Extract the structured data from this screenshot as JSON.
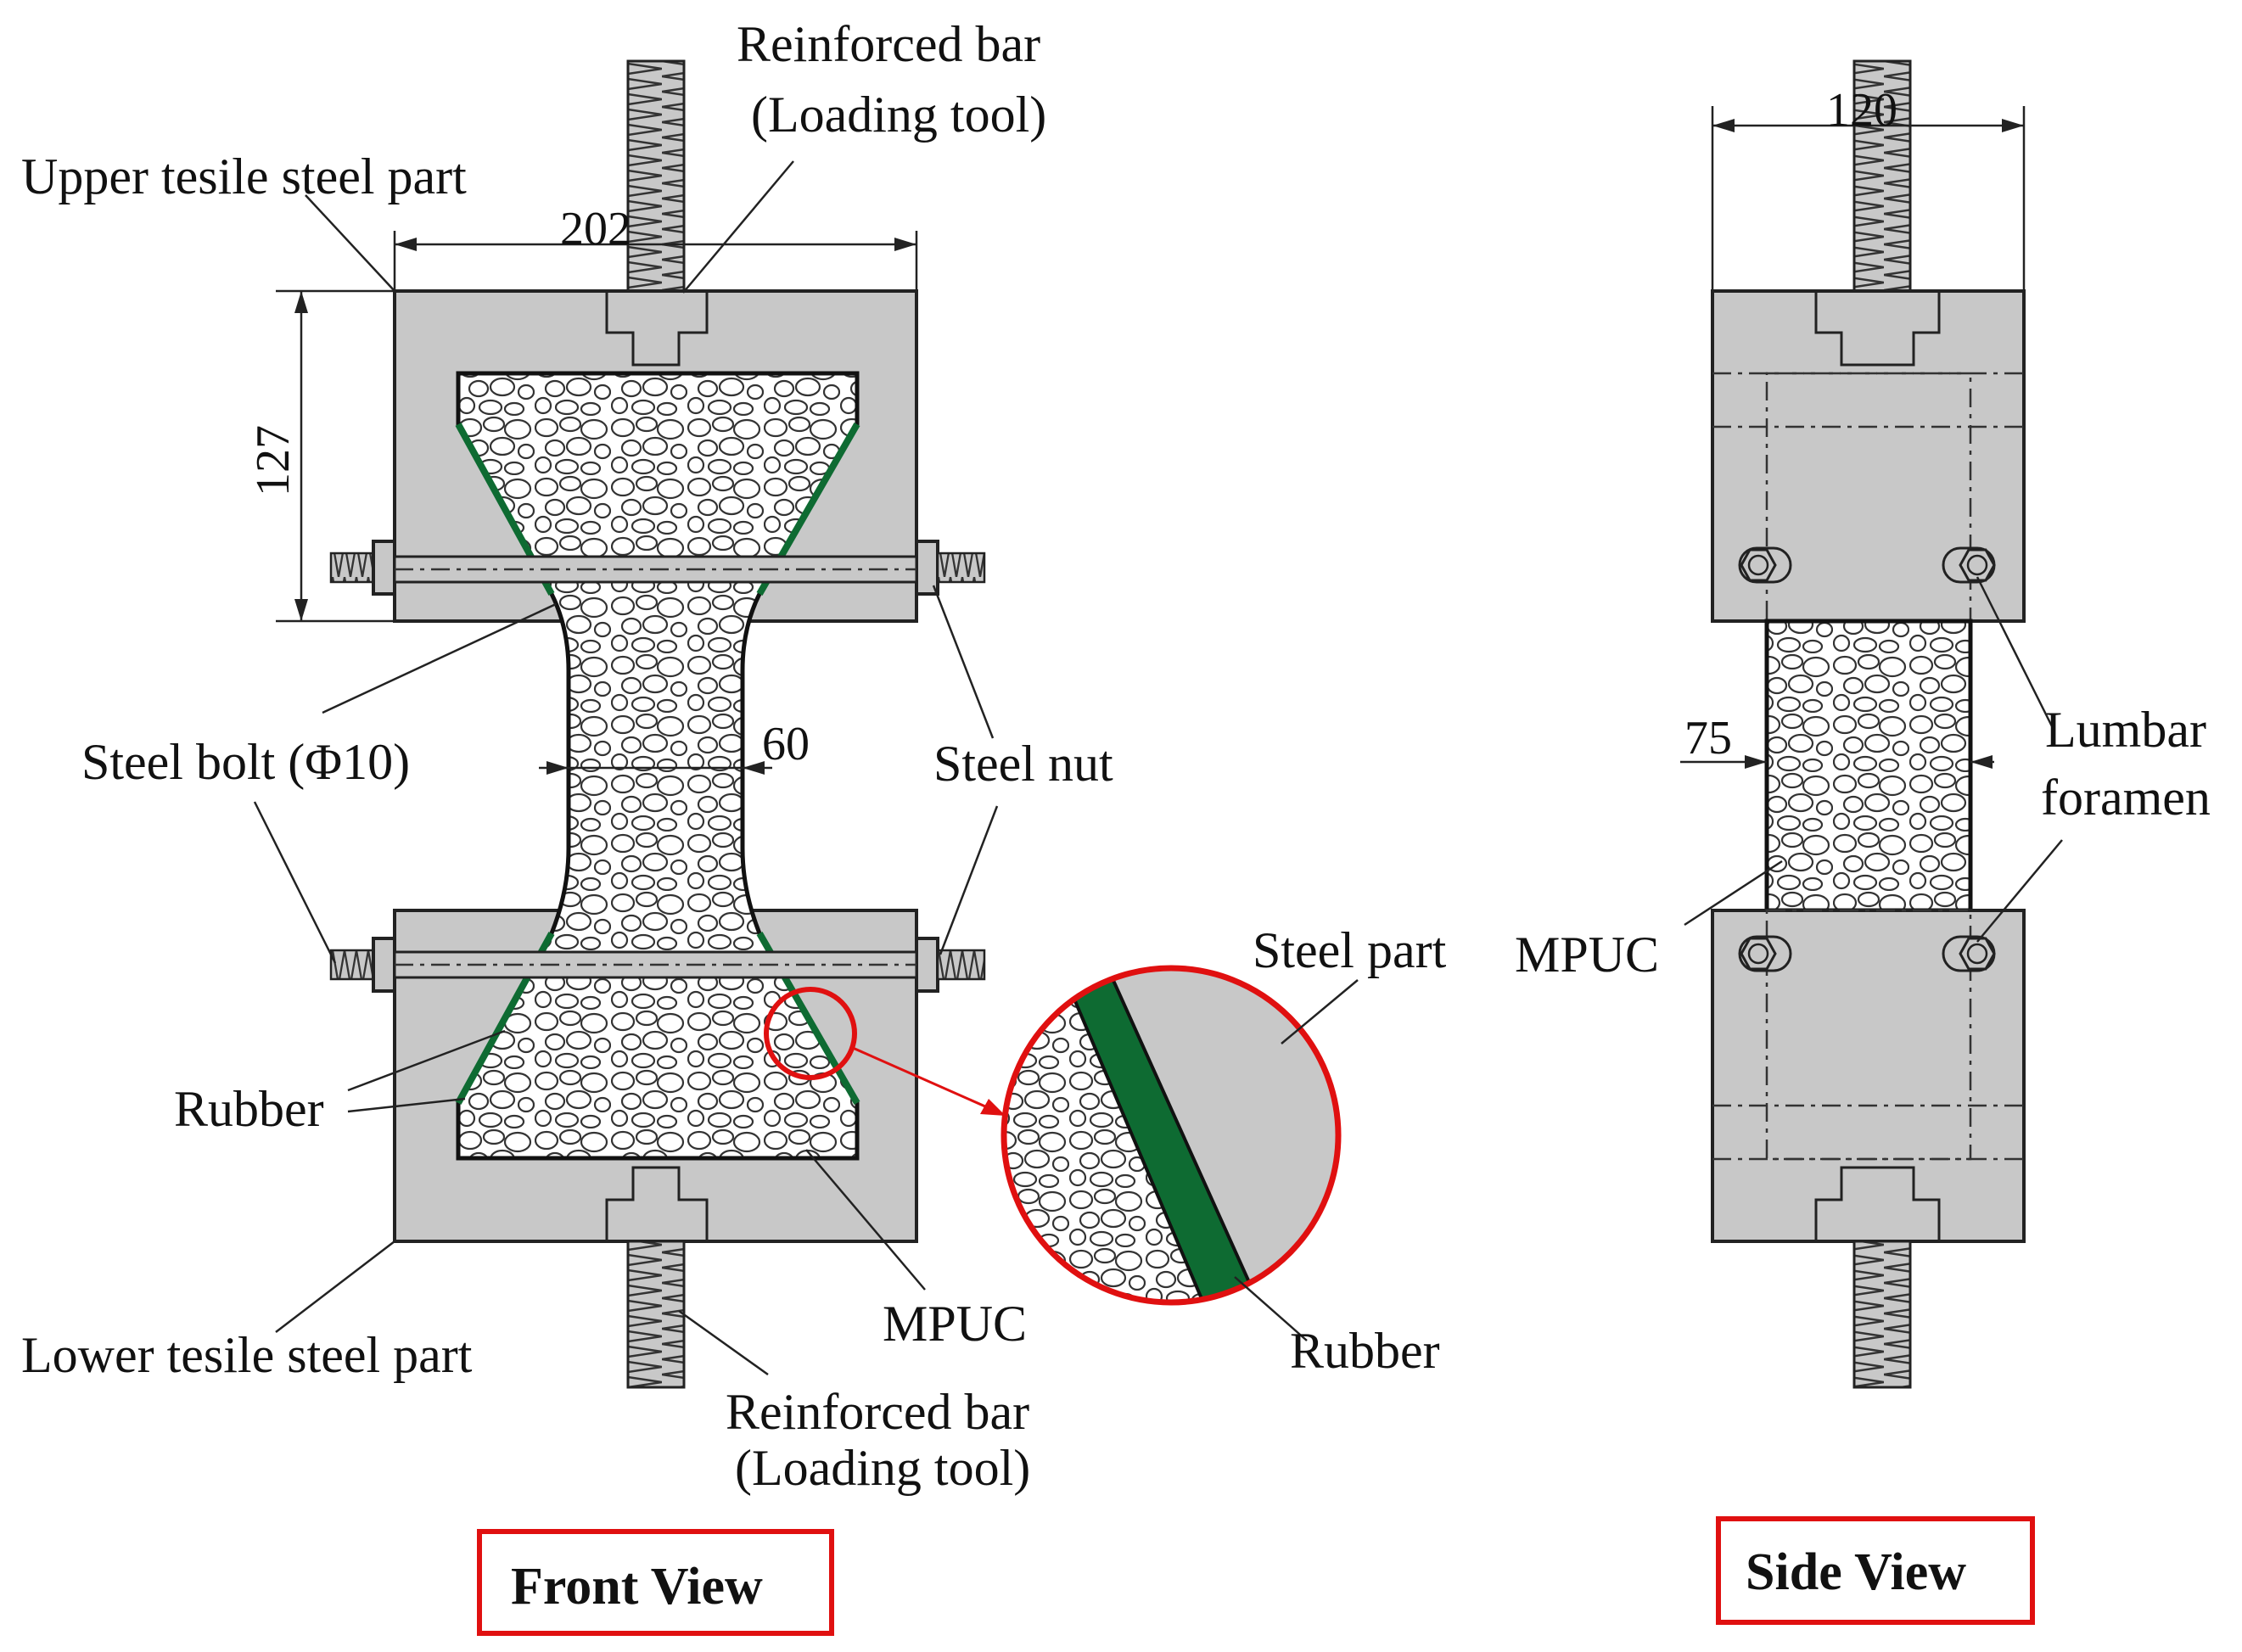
{
  "labels": {
    "reinforced_bar_top": "Reinforced bar",
    "loading_tool_top": "(Loading tool)",
    "upper_part": "Upper tesile steel part",
    "steel_bolt": "Steel bolt (Φ10)",
    "steel_nut": "Steel nut",
    "rubber_left": "Rubber",
    "lower_part": "Lower tesile steel part",
    "mpuc_front": "MPUC",
    "reinforced_bar_bottom": "Reinforced bar",
    "loading_tool_bottom": "(Loading tool)",
    "steel_part": "Steel part",
    "rubber_detail": "Rubber",
    "lumbar": "Lumbar",
    "foramen": "foramen",
    "mpuc_side": "MPUC"
  },
  "dimensions": {
    "width_front": "202",
    "height_front": "127",
    "neck_width": "60",
    "width_side": "120",
    "thickness_side": "75"
  },
  "views": {
    "front": "Front View",
    "side": "Side View"
  },
  "colors": {
    "steel": "#c8c8c8",
    "rubber": "#0e6b32",
    "highlight": "#e01010",
    "outline": "#222222"
  }
}
